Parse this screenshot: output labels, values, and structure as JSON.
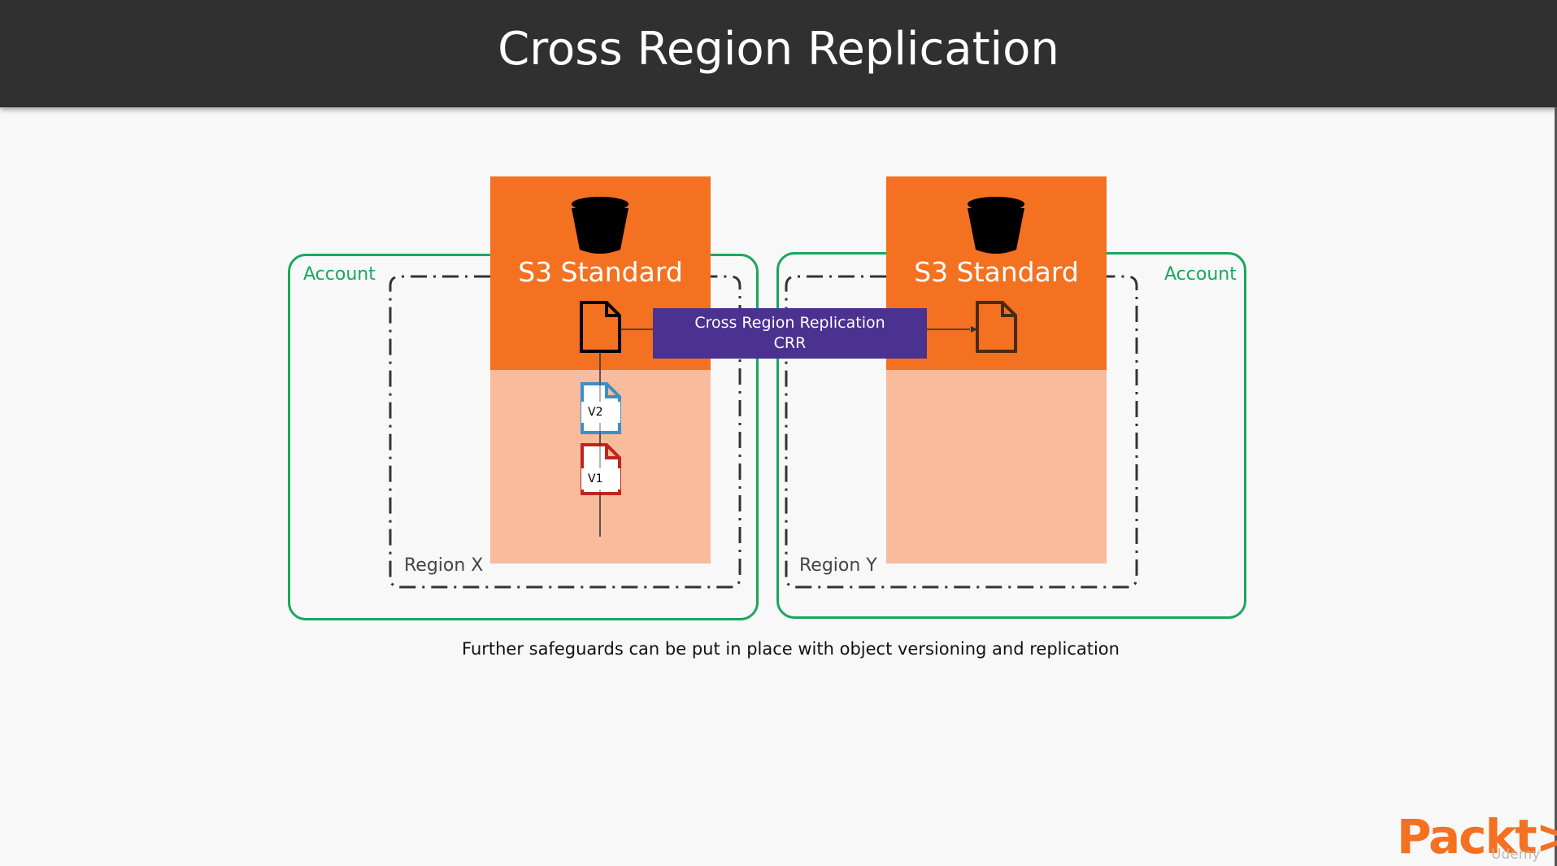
{
  "title": "Cross Region Replication",
  "left": {
    "account_label": "Account",
    "region_label": "Region X",
    "bucket_label": "S3 Standard",
    "versions": [
      "V2",
      "V1"
    ]
  },
  "right": {
    "account_label": "Account",
    "region_label": "Region Y",
    "bucket_label": "S3 Standard"
  },
  "replication": {
    "line1": "Cross Region Replication",
    "line2": "CRR"
  },
  "caption": "Further safeguards can be put in place with object versioning and replication",
  "logo": "Packt>",
  "watermark": "Udemy",
  "colors": {
    "header": "#303030",
    "account_border": "#1aa75c",
    "bucket_orange": "#f47121",
    "bucket_light": "#f8bb9c",
    "crr_purple": "#4b3190",
    "version_v2": "#3b8fc9",
    "version_v1": "#c0251f"
  },
  "icons": [
    "bucket-icon",
    "document-icon",
    "version-document-icon",
    "arrow-icon"
  ]
}
